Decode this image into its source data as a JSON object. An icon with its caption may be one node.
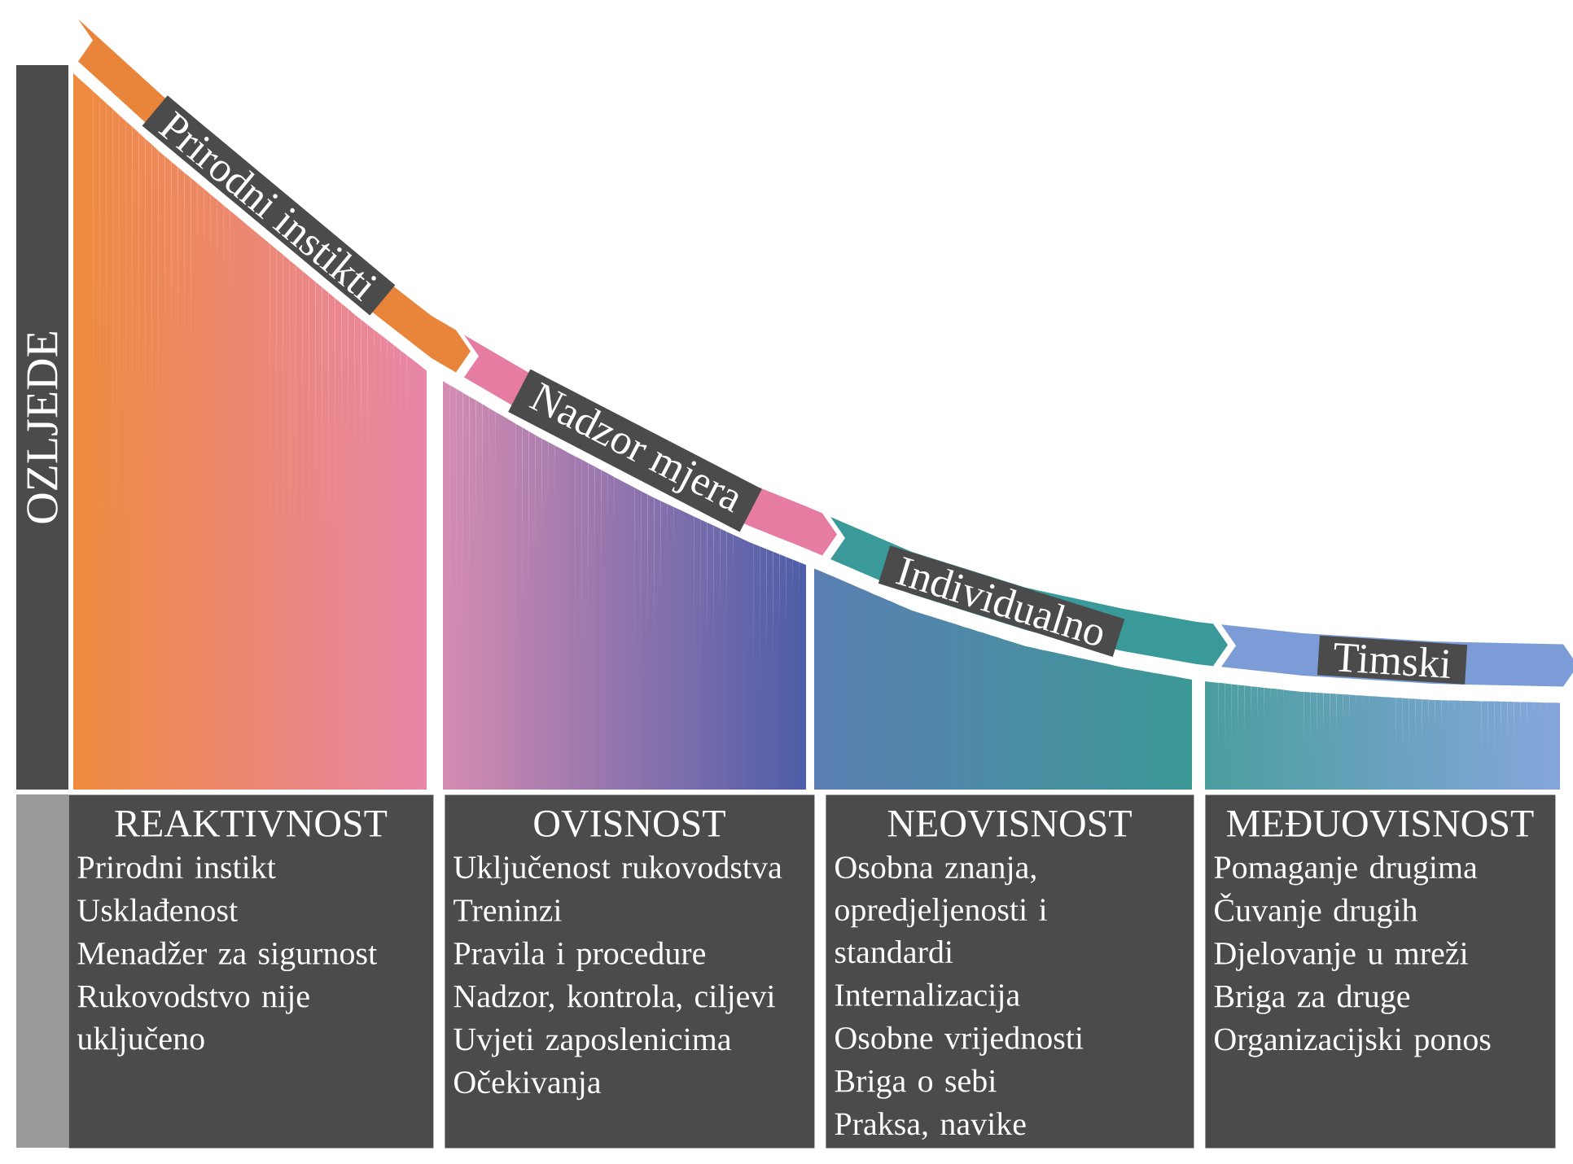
{
  "diagram": {
    "nodes": [
      {
        "text": [
          "OZLJEDE"
        ]
      },
      {
        "text": [
          "Prirodni instikti"
        ]
      },
      {
        "text": [
          "Nadzor mjera"
        ]
      },
      {
        "text": [
          "Individualno"
        ]
      },
      {
        "text": [
          "Timski"
        ]
      },
      {
        "text": [
          "REAKTIVNOST",
          "Prirodni instikt",
          "Usklađenost",
          "Menadžer za sigurnost",
          "Rukovodstvo nije uključeno"
        ]
      },
      {
        "text": [
          "OVISNOST",
          "Uključenost rukovodstva",
          "Treninzi",
          "Pravila i procedure",
          "Nadzor, kontrola, ciljevi",
          "Uvjeti zaposlenicima",
          "Očekivanja"
        ]
      },
      {
        "text": [
          "NEOVISNOST",
          "Osobna znanja, opredjeljenosti i standardi",
          "Internalizacija",
          "Osobne vrijednosti",
          "Briga o sebi",
          "Praksa, navike"
        ]
      },
      {
        "text": [
          "MEĐUOVISNOST",
          "Pomaganje drugima",
          "Čuvanje drugih",
          "Djelovanje u mreži",
          "Briga za druge",
          "Organizacijski ponos"
        ]
      }
    ]
  }
}
